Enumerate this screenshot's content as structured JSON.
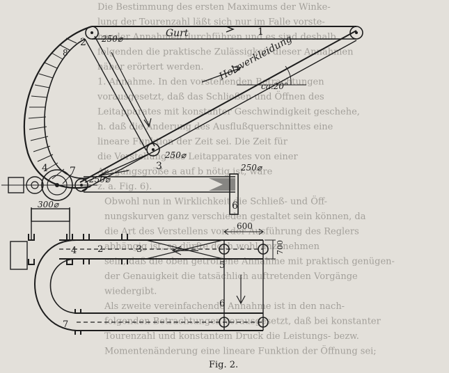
{
  "figure": {
    "caption": "Fig. 2.",
    "labels": {
      "gurt": "Gurt",
      "holzverkleidung": "Holzverkleidung",
      "angle": "ca.20°",
      "dim_600": "600",
      "dim_700": "700"
    },
    "pulleys": {
      "p1": "1",
      "p2": "2",
      "p3": "3",
      "p4": "4",
      "p5": "5",
      "p6": "6",
      "p7": "7",
      "p8": "8"
    },
    "diameters": {
      "d2": "250⌀",
      "d3": "250⌀",
      "d7": "250⌀",
      "d6": "250⌀",
      "d4": "300⌀"
    }
  },
  "background_text": [
    "Die Bestimmung des ersten Maximums der Winke-",
    "lung der Tourenzahl läßt sich nur im Falle vorste-",
    "hender Annahmen durchführen und es sind deshalb",
    "folgenden die praktische Zulässigkeit dieser Annahmen",
    "näher erörtert werden.",
    "1. Annahme. In den vorstehenden Betrachtungen",
    "vorausgesetzt, daß das Schließen und Öffnen des",
    "Leitapparates mit konstanter Geschwindigkeit geschehe,",
    "h. daß die Änderung des Ausflußquerschnittes eine",
    "lineare Funktion der Zeit sei. Die Zeit für",
    "die Verstellung des Leitapparates von einer",
    "Ausgangsgröße a auf b nötig ist, wäre",
    "z. a. Fig. 6).",
    "Obwohl nun in Wirklichkeit die Schließ- und Öff-",
    "nungskurven ganz verschieden gestaltet sein können, da",
    "die Art des Verstellens von der Ausführung des Reglers",
    "abhängig ist, so dürfte doch wohl anzunehmen",
    "sein, daß die oben getroffene Annahme mit praktisch genügen-",
    "der Genauigkeit die tatsächlich auftretenden Vorgänge",
    "wiedergibt.",
    "Als zweite vereinfachende Annahme ist in den nach-",
    "folgenden Betrachtungen vorausgesetzt, daß bei konstanter",
    "Tourenzahl und konstantem Druck die Leistungs- bezw.",
    "Momentenänderung eine lineare Funktion der Öffnung sei;"
  ]
}
